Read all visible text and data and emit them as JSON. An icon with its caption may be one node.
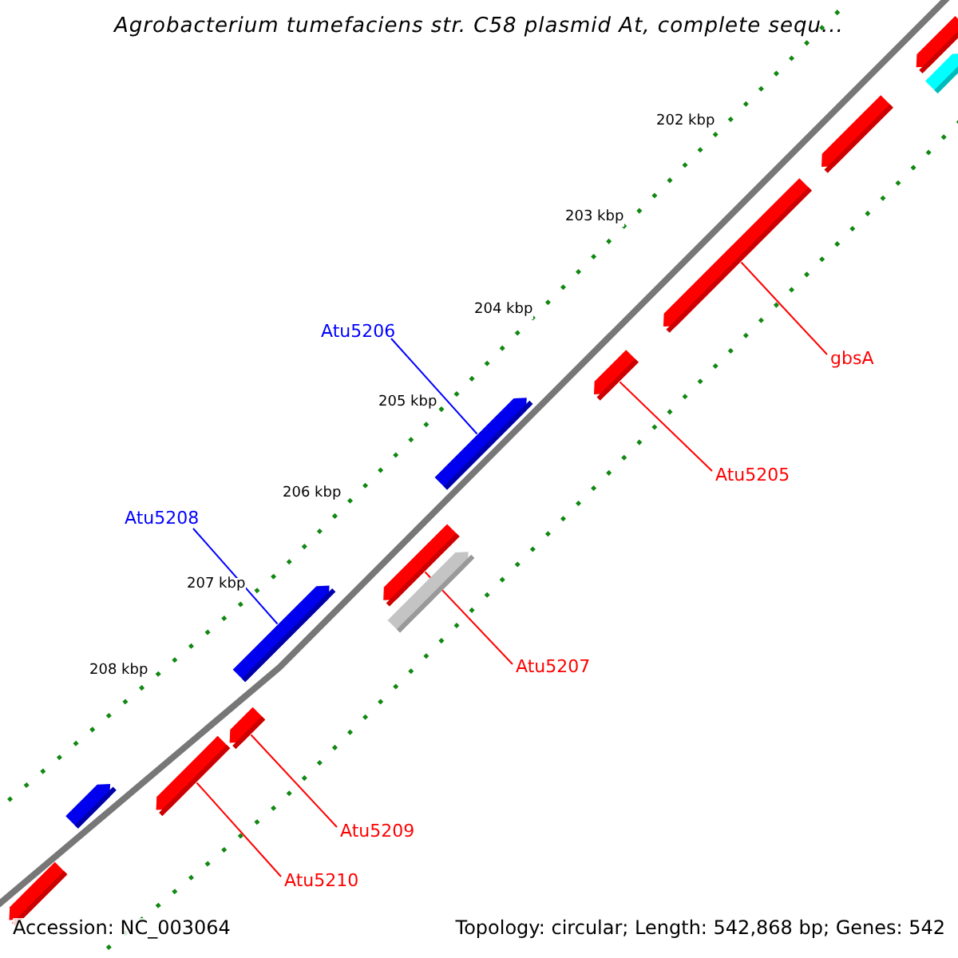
{
  "diagram": {
    "title": "Agrobacterium tumefaciens str. C58 plasmid At, complete sequ...",
    "nodes": [
      {
        "text": [
          "Atu5206"
        ]
      },
      {
        "text": [
          "gbsA"
        ]
      },
      {
        "text": [
          "Atu5205"
        ]
      },
      {
        "text": [
          "Atu5208"
        ]
      },
      {
        "text": [
          "Atu5207"
        ]
      },
      {
        "text": [
          "Atu5209"
        ]
      },
      {
        "text": [
          "Atu5210"
        ]
      },
      {
        "text": [],
        "shape": "bar"
      },
      {
        "text": [],
        "shape": "bar"
      },
      {
        "text": [],
        "shape": "bar"
      },
      {
        "text": [],
        "shape": "bar"
      },
      {
        "text": [],
        "shape": "bar"
      },
      {
        "text": [],
        "shape": "bar"
      },
      {
        "text": [],
        "shape": "bar"
      },
      {
        "text": [],
        "shape": "bar"
      },
      {
        "text": [],
        "shape": "bar"
      },
      {
        "text": [],
        "shape": "bar"
      },
      {
        "text": [],
        "shape": "bar"
      },
      {
        "text": [],
        "shape": "bar"
      },
      {
        "text": [],
        "shape": "bar"
      }
    ],
    "edges": [
      {
        "from": 0,
        "to": 12,
        "arrow": "none",
        "color": "#0000ff"
      },
      {
        "from": 1,
        "to": 10,
        "arrow": "none"
      },
      {
        "from": 2,
        "to": 11,
        "arrow": "none"
      },
      {
        "from": 3,
        "to": 15,
        "arrow": "none",
        "color": "#0000ff"
      },
      {
        "from": 4,
        "to": 13,
        "arrow": "none"
      },
      {
        "from": 5,
        "to": 16,
        "arrow": "none"
      },
      {
        "from": 6,
        "to": 17,
        "arrow": "none"
      }
    ],
    "labels": [
      "202 kbp",
      "203 kbp",
      "204 kbp",
      "205 kbp",
      "206 kbp",
      "207 kbp",
      "208 kbp",
      "Accession: NC_003064",
      "Topology: circular; Length: 542,868 bp; Genes: 542"
    ]
  }
}
